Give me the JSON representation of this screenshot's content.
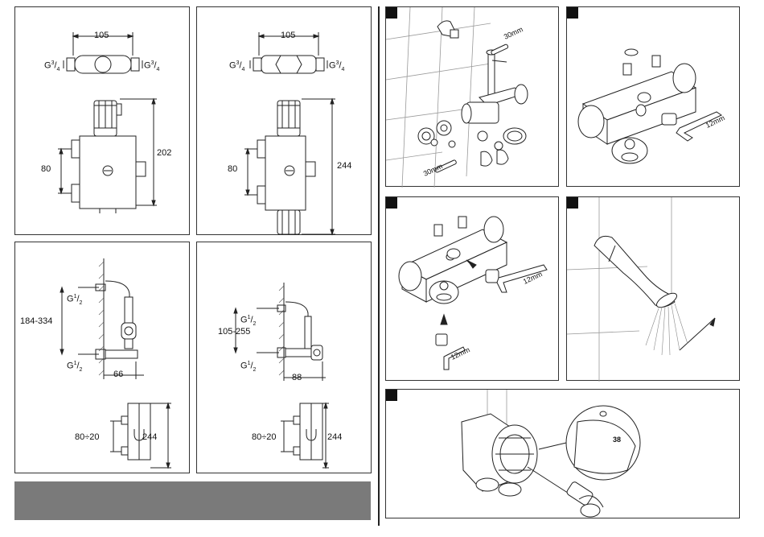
{
  "dims": {
    "p1": {
      "width": "105",
      "height": "202",
      "spacing": "80",
      "thread": "G",
      "thread_frac_num": "3",
      "thread_frac_den": "4"
    },
    "p2": {
      "width": "105",
      "height": "244",
      "spacing": "80",
      "thread": "G",
      "thread_frac_num": "3",
      "thread_frac_den": "4"
    },
    "p3": {
      "range": "184-334",
      "thread": "G",
      "thread_frac_num": "1",
      "thread_frac_den": "2",
      "depth": "66",
      "spacing": "80÷20",
      "height": "244"
    },
    "p4": {
      "range": "105-255",
      "thread": "G",
      "thread_frac_num": "1",
      "thread_frac_den": "2",
      "depth": "88",
      "spacing": "80÷20",
      "height": "244"
    }
  },
  "install": {
    "s1_mm_a": "30mm",
    "s1_mm_b": "30mm",
    "s2_mm": "12mm",
    "s3_mm_a": "12mm",
    "s3_mm_b": "12mm",
    "s5_scale": "38"
  }
}
